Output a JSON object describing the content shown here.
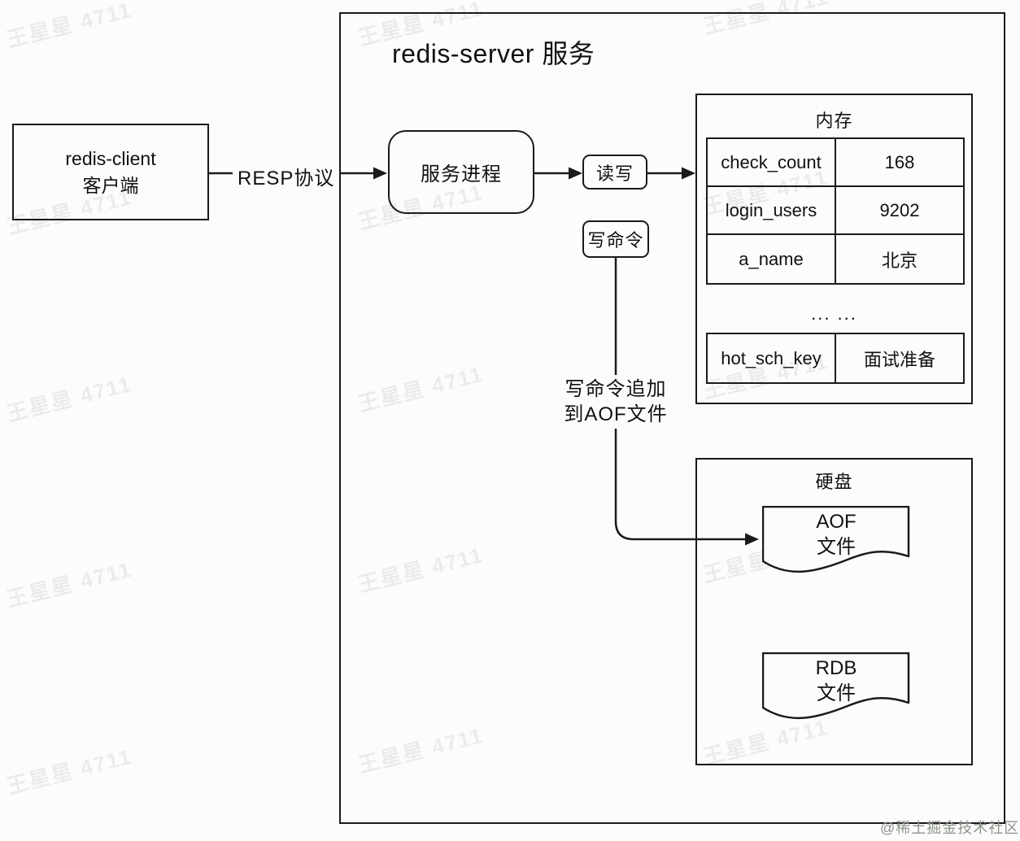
{
  "diagram_title": "redis-server 服务",
  "client_box": {
    "line1": "redis-client",
    "line2": "客户端"
  },
  "resp_label": "RESP协议",
  "process_box": {
    "label": "服务进程"
  },
  "rw_box": {
    "label": "读写"
  },
  "write_box": {
    "label": "写命令"
  },
  "aof_note": {
    "line1": "写命令追加",
    "line2": "到AOF文件"
  },
  "memory": {
    "title": "内存",
    "rows": [
      {
        "key": "check_count",
        "value": "168"
      },
      {
        "key": "login_users",
        "value": "9202"
      },
      {
        "key": "a_name",
        "value": "北京"
      }
    ],
    "ellipsis": "... ...",
    "hot_row": {
      "key": "hot_sch_key",
      "value": "面试准备"
    }
  },
  "disk": {
    "title": "硬盘",
    "aof_doc": {
      "line1": "AOF",
      "line2": "文件"
    },
    "rdb_doc": {
      "line1": "RDB",
      "line2": "文件"
    }
  },
  "watermark": {
    "text": "王星星 4711"
  },
  "credit": "@稀土掘金技术社区",
  "colors": {
    "line": "#1a1a1a",
    "background": "#fcfcfb",
    "watermark_gray": "#e9eae9",
    "credit_gray": "#8d948d"
  }
}
